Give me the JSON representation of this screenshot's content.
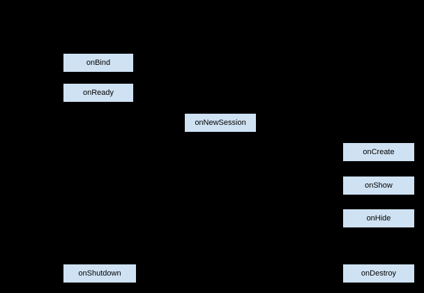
{
  "diagram": {
    "title": "service-lifecycle-diagram",
    "background_color": "#000000",
    "node_fill_color": "#cfe2f3",
    "node_border_color": "#000000",
    "node_text_color": "#000000",
    "nodes": [
      {
        "id": "onBind",
        "label": "onBind"
      },
      {
        "id": "onReady",
        "label": "onReady"
      },
      {
        "id": "onNewSession",
        "label": "onNewSession"
      },
      {
        "id": "onCreate",
        "label": "onCreate"
      },
      {
        "id": "onShow",
        "label": "onShow"
      },
      {
        "id": "onHide",
        "label": "onHide"
      },
      {
        "id": "onShutdown",
        "label": "onShutdown"
      },
      {
        "id": "onDestroy",
        "label": "onDestroy"
      }
    ]
  }
}
